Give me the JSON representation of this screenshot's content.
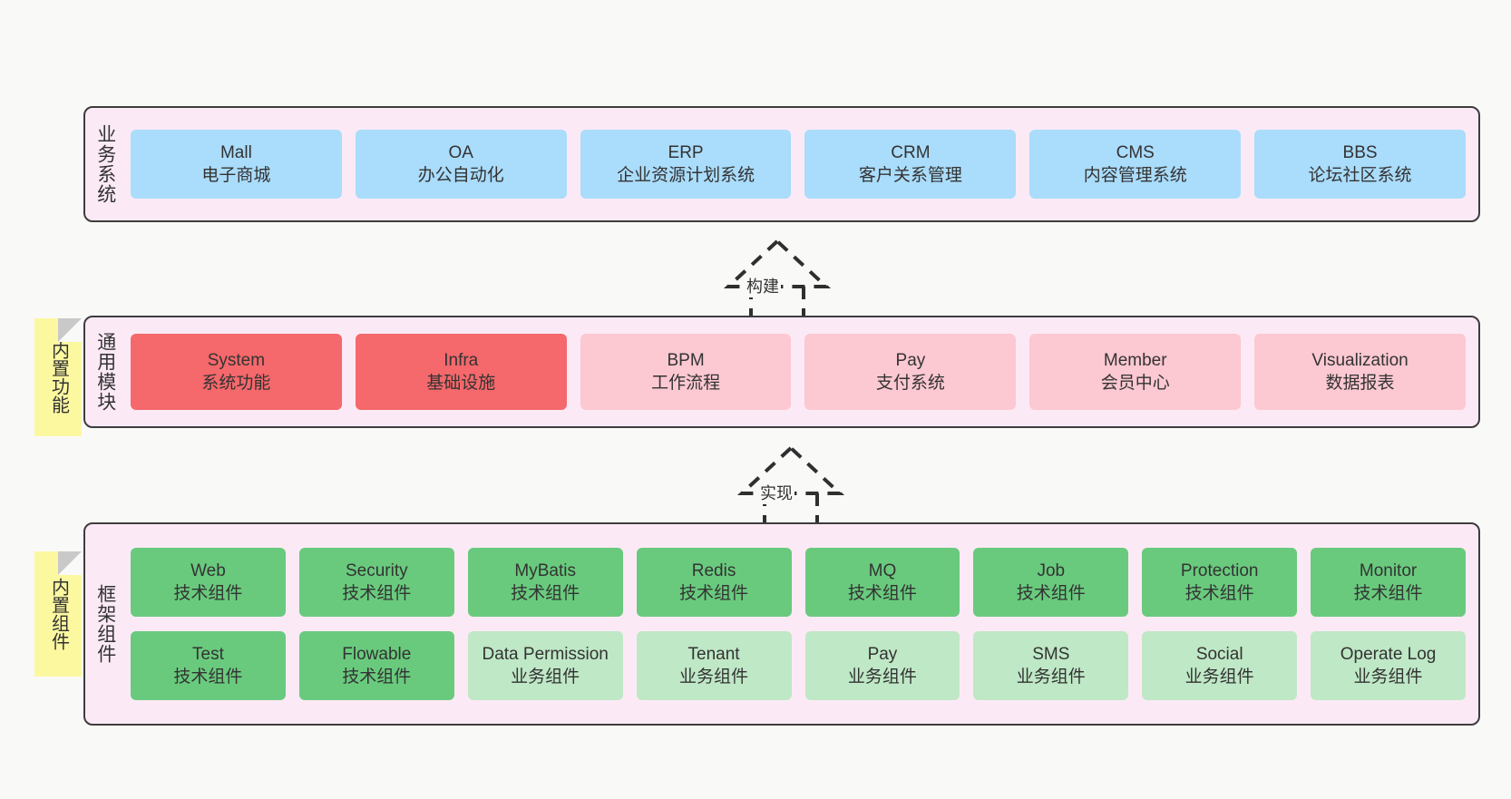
{
  "diagram": {
    "background_color": "#f9f9f8",
    "layer_fill": "#fbeaf5",
    "layer_border": "#3d3d3d"
  },
  "layers": [
    {
      "caption": "业务系统",
      "name": "business-systems",
      "card_color": "#aadcfb",
      "cards": [
        {
          "en": "Mall",
          "cn": "电子商城"
        },
        {
          "en": "OA",
          "cn": "办公自动化"
        },
        {
          "en": "ERP",
          "cn": "企业资源计划系统"
        },
        {
          "en": "CRM",
          "cn": "客户关系管理"
        },
        {
          "en": "CMS",
          "cn": "内容管理系统"
        },
        {
          "en": "BBS",
          "cn": "论坛社区系统"
        }
      ]
    },
    {
      "caption": "通用模块",
      "name": "common-modules",
      "sticky": "内置功能",
      "cards": [
        {
          "en": "System",
          "cn": "系统功能",
          "color": "#f5686b"
        },
        {
          "en": "Infra",
          "cn": "基础设施",
          "color": "#f5686b"
        },
        {
          "en": "BPM",
          "cn": "工作流程",
          "color": "#fcc8d2"
        },
        {
          "en": "Pay",
          "cn": "支付系统",
          "color": "#fcc8d2"
        },
        {
          "en": "Member",
          "cn": "会员中心",
          "color": "#fcc8d2"
        },
        {
          "en": "Visualization",
          "cn": "数据报表",
          "color": "#fcc8d2"
        }
      ]
    },
    {
      "caption": "框架组件",
      "name": "framework-components",
      "sticky": "内置组件",
      "row1": [
        {
          "en": "Web",
          "cn": "技术组件",
          "color": "#69ca7d"
        },
        {
          "en": "Security",
          "cn": "技术组件",
          "color": "#69ca7d"
        },
        {
          "en": "MyBatis",
          "cn": "技术组件",
          "color": "#69ca7d"
        },
        {
          "en": "Redis",
          "cn": "技术组件",
          "color": "#69ca7d"
        },
        {
          "en": "MQ",
          "cn": "技术组件",
          "color": "#69ca7d"
        },
        {
          "en": "Job",
          "cn": "技术组件",
          "color": "#69ca7d"
        },
        {
          "en": "Protection",
          "cn": "技术组件",
          "color": "#69ca7d"
        },
        {
          "en": "Monitor",
          "cn": "技术组件",
          "color": "#69ca7d"
        }
      ],
      "row2": [
        {
          "en": "Test",
          "cn": "技术组件",
          "color": "#69ca7d"
        },
        {
          "en": "Flowable",
          "cn": "技术组件",
          "color": "#69ca7d"
        },
        {
          "en": "Data Permission",
          "cn": "业务组件",
          "color": "#bfe8c6"
        },
        {
          "en": "Tenant",
          "cn": "业务组件",
          "color": "#bfe8c6"
        },
        {
          "en": "Pay",
          "cn": "业务组件",
          "color": "#bfe8c6"
        },
        {
          "en": "SMS",
          "cn": "业务组件",
          "color": "#bfe8c6"
        },
        {
          "en": "Social",
          "cn": "业务组件",
          "color": "#bfe8c6"
        },
        {
          "en": "Operate Log",
          "cn": "业务组件",
          "color": "#bfe8c6"
        }
      ]
    }
  ],
  "connectors": [
    {
      "label": "构建",
      "name": "build-arrow"
    },
    {
      "label": "实现",
      "name": "implement-arrow"
    }
  ]
}
